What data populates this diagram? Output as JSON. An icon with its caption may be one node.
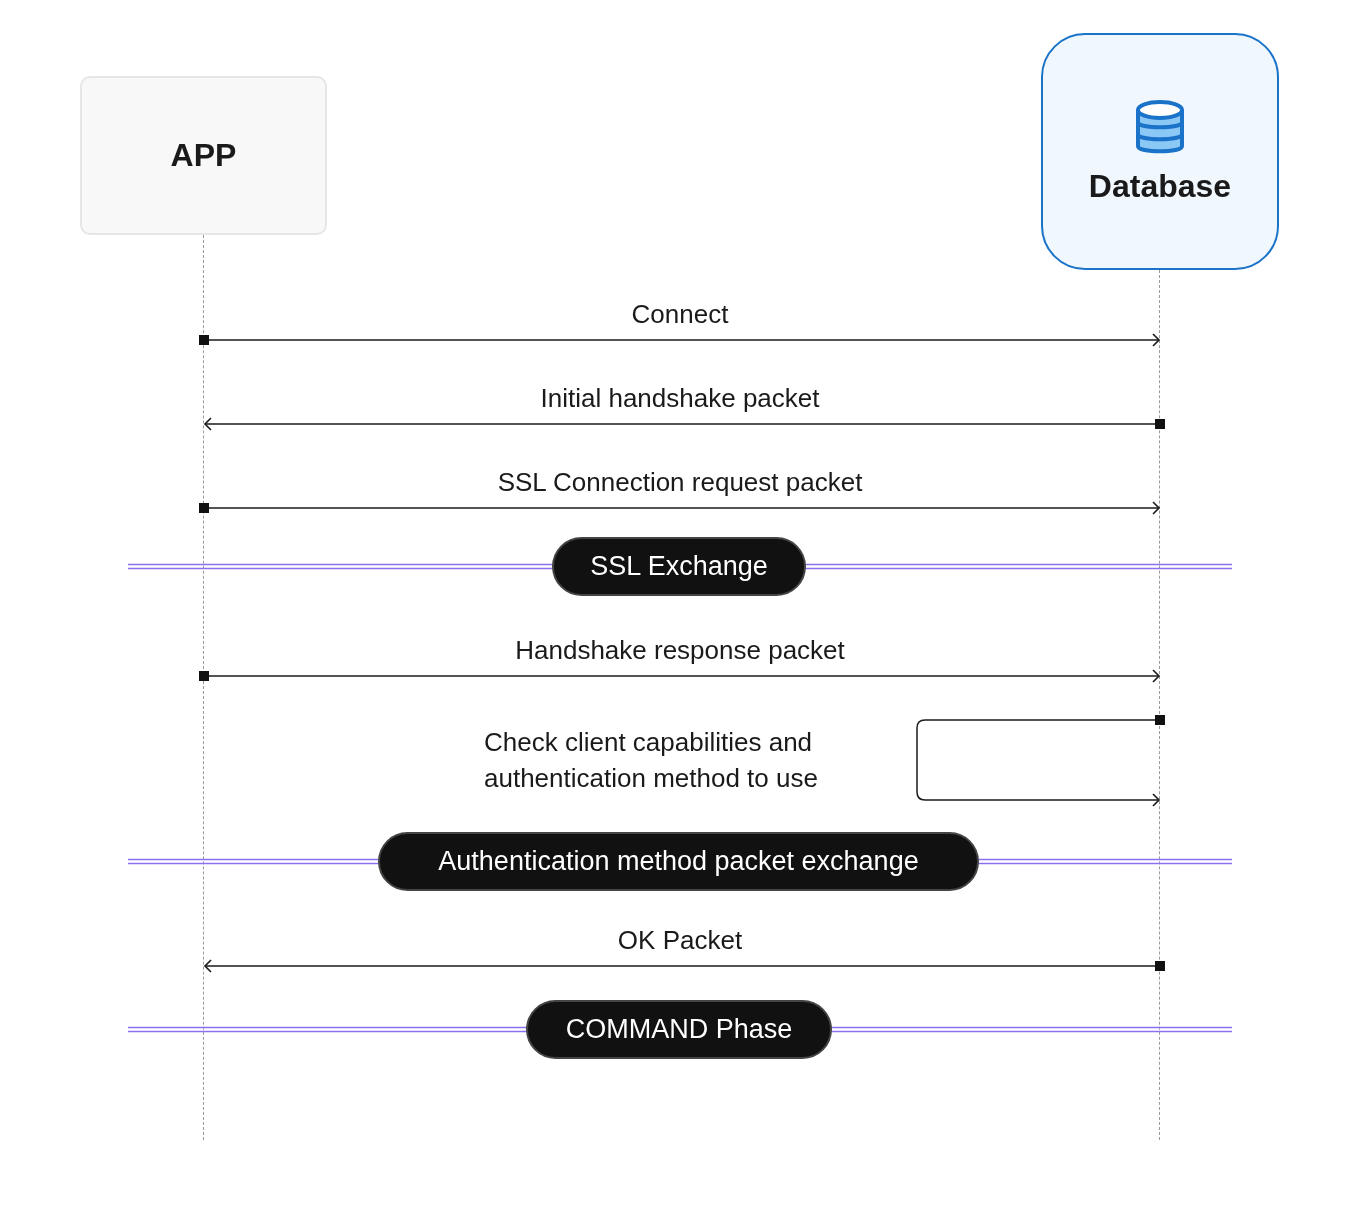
{
  "diagram": {
    "nodes": [
      {
        "text": [
          "APP"
        ]
      },
      {
        "text": [
          "Database"
        ]
      },
      {
        "text": [],
        "shape": "line"
      },
      {
        "text": [],
        "shape": "line"
      },
      {
        "text": [
          "SSL Exchange"
        ]
      },
      {
        "text": [
          "Authentication method packet exchange"
        ]
      },
      {
        "text": [
          "COMMAND Phase"
        ]
      }
    ],
    "edges": [
      {
        "from": 2,
        "to": 3,
        "arrow": "to",
        "label": "Connect"
      },
      {
        "from": 3,
        "to": 2,
        "arrow": "to",
        "label": "Initial handshake packet"
      },
      {
        "from": 2,
        "to": 3,
        "arrow": "to",
        "label": "SSL Connection request packet"
      },
      {
        "from": 2,
        "to": 3,
        "arrow": "to",
        "label": "Handshake response packet"
      },
      {
        "from": 3,
        "to": 3,
        "arrow": "to",
        "label": "Check client capabilities and authentication method to use"
      },
      {
        "from": 3,
        "to": 2,
        "arrow": "to",
        "label": "OK Packet"
      }
    ]
  }
}
